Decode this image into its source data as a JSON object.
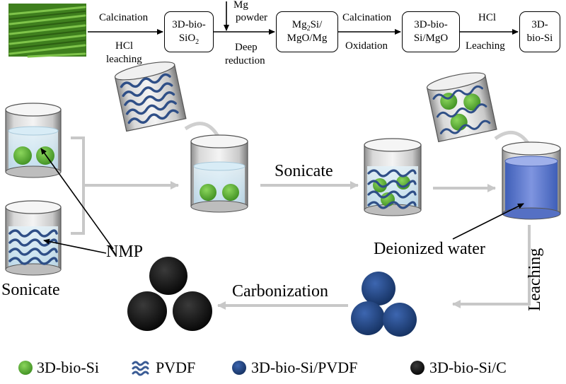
{
  "flow": {
    "step1_top": "Calcination",
    "step1_bottom_line1": "HCl",
    "step1_bottom_line2": "leaching",
    "box1_line1": "3D-bio-",
    "box1_line2_main": "SiO",
    "box1_line2_sub": "2",
    "step2_top_line1": "Mg",
    "step2_top_line2": "powder",
    "step2_bottom_line1": "Deep",
    "step2_bottom_line2": "reduction",
    "box2_line1_a": "Mg",
    "box2_line1_sub": "2",
    "box2_line1_b": "Si/",
    "box2_line2": "MgO/Mg",
    "step3_top": "Calcination",
    "step3_bottom": "Oxidation",
    "box3_line1": "3D-bio-",
    "box3_line2": "Si/MgO",
    "step4_top": "HCl",
    "step4_bottom": "Leaching",
    "box4_line1": "3D-",
    "box4_line2": "bio-Si"
  },
  "process": {
    "sonicate_left": "Sonicate",
    "nmp": "NMP",
    "sonicate_mid": "Sonicate",
    "deionized_water": "Deionized water",
    "leaching": "Leaching",
    "carbonization": "Carbonization"
  },
  "legend": {
    "items": [
      {
        "label": "3D-bio-Si",
        "color": "#5fb23a"
      },
      {
        "label": "PVDF",
        "color": "#3b5c95"
      },
      {
        "label": "3D-bio-Si/PVDF",
        "color": "#1f3f7e"
      },
      {
        "label": "3D-bio-Si/C",
        "color": "#111111"
      }
    ]
  },
  "colors": {
    "bamboo": "#4f9a2a",
    "si_green": "#5fb23a",
    "pvdf_blue": "#3b5c95",
    "composite_blue": "#1f3f7e",
    "carbon_black": "#111111",
    "water": "#cfe6f3",
    "deionized": "#6d86d6",
    "connector_gray": "#c8c8c8"
  }
}
